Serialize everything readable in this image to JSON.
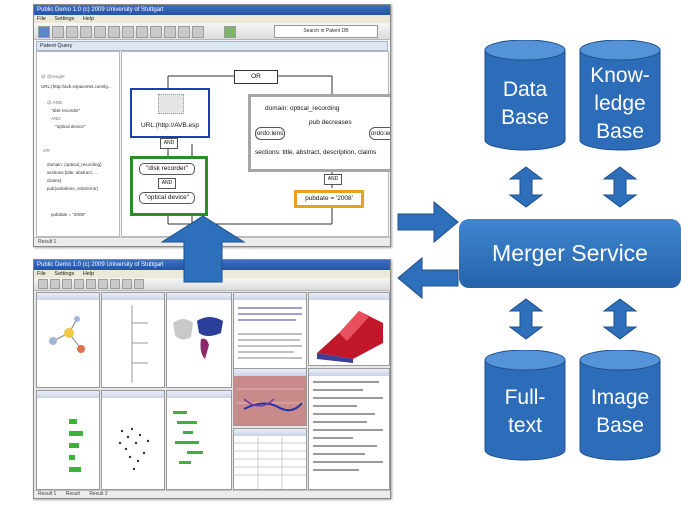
{
  "top_window": {
    "title": "Public Demo 1.0 (c) 2009 University of Stuttgart",
    "menu": [
      "File",
      "Settings",
      "Help"
    ],
    "search_label": "Search in Patent DB",
    "panel_title": "Patent Query",
    "status_tab": "Result 1",
    "query_tree": [
      "@ @Insight",
      "URL:(http://avb.espacenet.com/lg...",
      "@ AND",
      "\"disk recorder\"",
      "AND",
      "\"optical device\"",
      "OR",
      "domain: (optical_recording)",
      "sections:(title, abstract, ...",
      "claims)",
      "pub(ordo/lens, ordo/error)",
      "pubdate = \"2008\""
    ],
    "diagram": {
      "or": "OR",
      "url": "URL:(http://AVB.esp",
      "and1": "AND",
      "disk": "\"disk recorder\"",
      "and2": "AND",
      "optical": "\"optical device\"",
      "domain": "domain: optical_recording",
      "decreases": "pub decreases",
      "lens": "ordo:lens",
      "error": "ordo:error",
      "sections": "sections: title, abstract, description, claims",
      "and3": "AND",
      "pubdate": "pubdate = '2008'"
    }
  },
  "bottom_window": {
    "title": "Public Demo 1.0 (c) 2009 University of Stuttgart",
    "menu": [
      "File",
      "Settings",
      "Help"
    ],
    "tabs": [
      "Result 1",
      "Result",
      "Result 2"
    ]
  },
  "databases": [
    {
      "lines": [
        "Data",
        "Base"
      ]
    },
    {
      "lines": [
        "Know-",
        "ledge",
        "Base"
      ]
    },
    {
      "lines": [
        "Full-",
        "text"
      ]
    },
    {
      "lines": [
        "Image",
        "Base"
      ]
    }
  ],
  "merger": "Merger Service",
  "colors": {
    "blue": "#2e6fbb",
    "blue_dark": "#1f4f8a",
    "green": "#2f9a2f",
    "orange": "#e8a020",
    "gray": "#9a9a9a"
  }
}
